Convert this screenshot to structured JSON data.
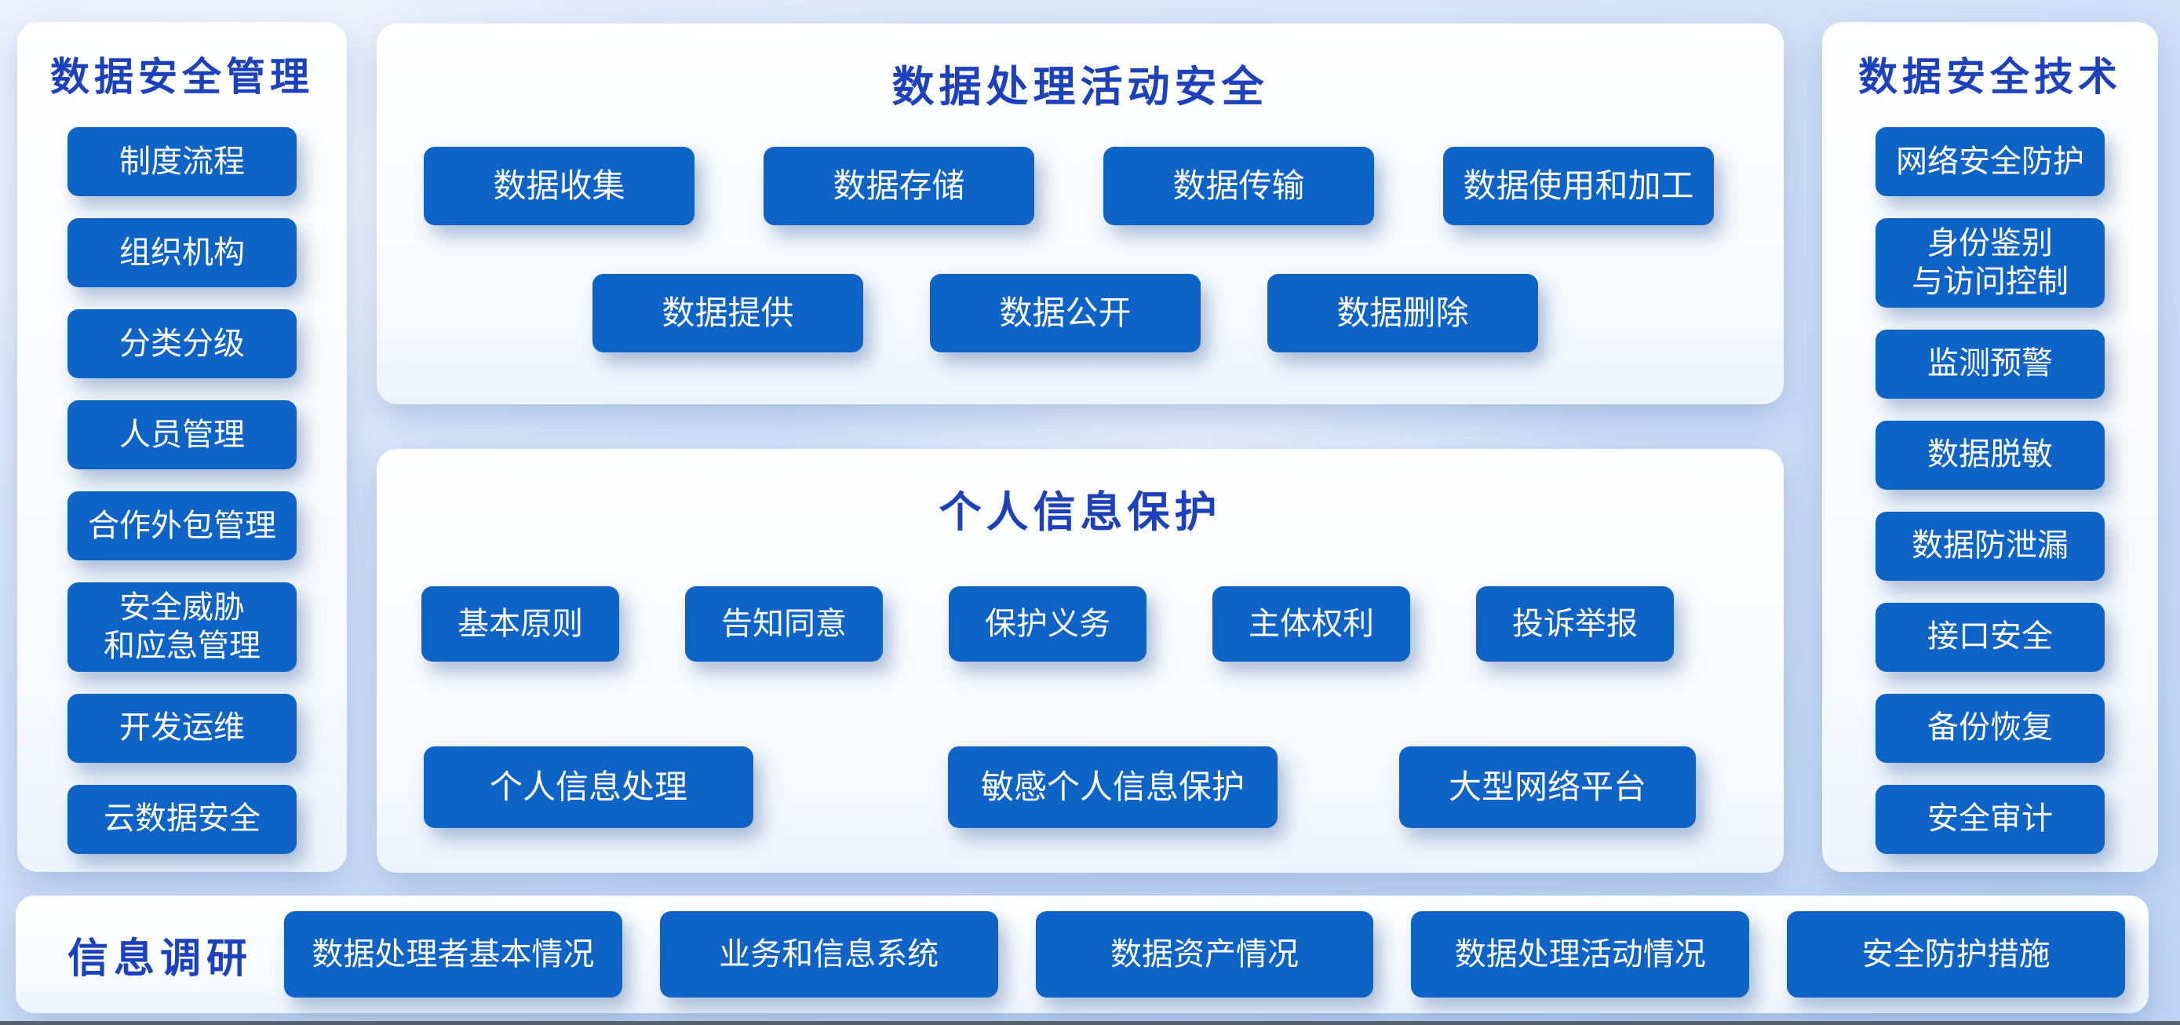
{
  "colors": {
    "button_blue": "#0d63c6",
    "title_blue": "#1c41bb",
    "background_light_blue": "#cfdff7"
  },
  "panels": {
    "management": {
      "title": "数据安全管理",
      "items": [
        "制度流程",
        "组织机构",
        "分类分级",
        "人员管理",
        "合作外包管理",
        "安全威胁\n和应急管理",
        "开发运维",
        "云数据安全"
      ]
    },
    "processing": {
      "title": "数据处理活动安全",
      "row1": [
        "数据收集",
        "数据存储",
        "数据传输",
        "数据使用和加工"
      ],
      "row2": [
        "数据提供",
        "数据公开",
        "数据删除"
      ]
    },
    "personal": {
      "title": "个人信息保护",
      "row1": [
        "基本原则",
        "告知同意",
        "保护义务",
        "主体权利",
        "投诉举报"
      ],
      "row2": [
        "个人信息处理",
        "敏感个人信息保护",
        "大型网络平台"
      ]
    },
    "technology": {
      "title": "数据安全技术",
      "items": [
        "网络安全防护",
        "身份鉴别\n与访问控制",
        "监测预警",
        "数据脱敏",
        "数据防泄漏",
        "接口安全",
        "备份恢复",
        "安全审计"
      ]
    },
    "survey": {
      "title": "信息调研",
      "items": [
        "数据处理者基本情况",
        "业务和信息系统",
        "数据资产情况",
        "数据处理活动情况",
        "安全防护措施"
      ]
    }
  }
}
